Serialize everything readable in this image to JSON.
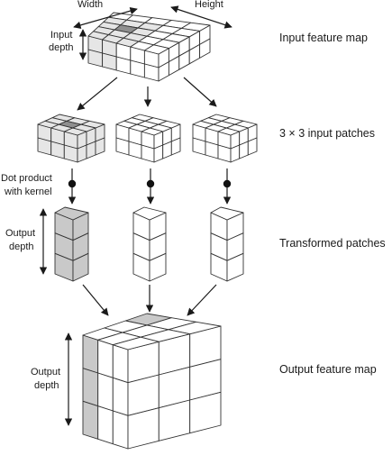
{
  "labels": {
    "width": "Width",
    "height": "Height",
    "input_depth_line1": "Input",
    "input_depth_line2": "depth",
    "dot_product_line1": "Dot product",
    "dot_product_line2": "with kernel",
    "output_depth_small_line1": "Output",
    "output_depth_small_line2": "depth",
    "output_depth_big_line1": "Output",
    "output_depth_big_line2": "depth"
  },
  "stage_labels": {
    "input_feature_map": "Input feature map",
    "input_patches": "3 × 3 input patches",
    "transformed_patches": "Transformed patches",
    "output_feature_map": "Output feature map"
  },
  "colors": {
    "stroke": "#333333",
    "cell_white": "#ffffff",
    "cell_light": "#e6e6e6",
    "cell_gray": "#c9c9c9",
    "cell_dark": "#8f8f8f"
  }
}
